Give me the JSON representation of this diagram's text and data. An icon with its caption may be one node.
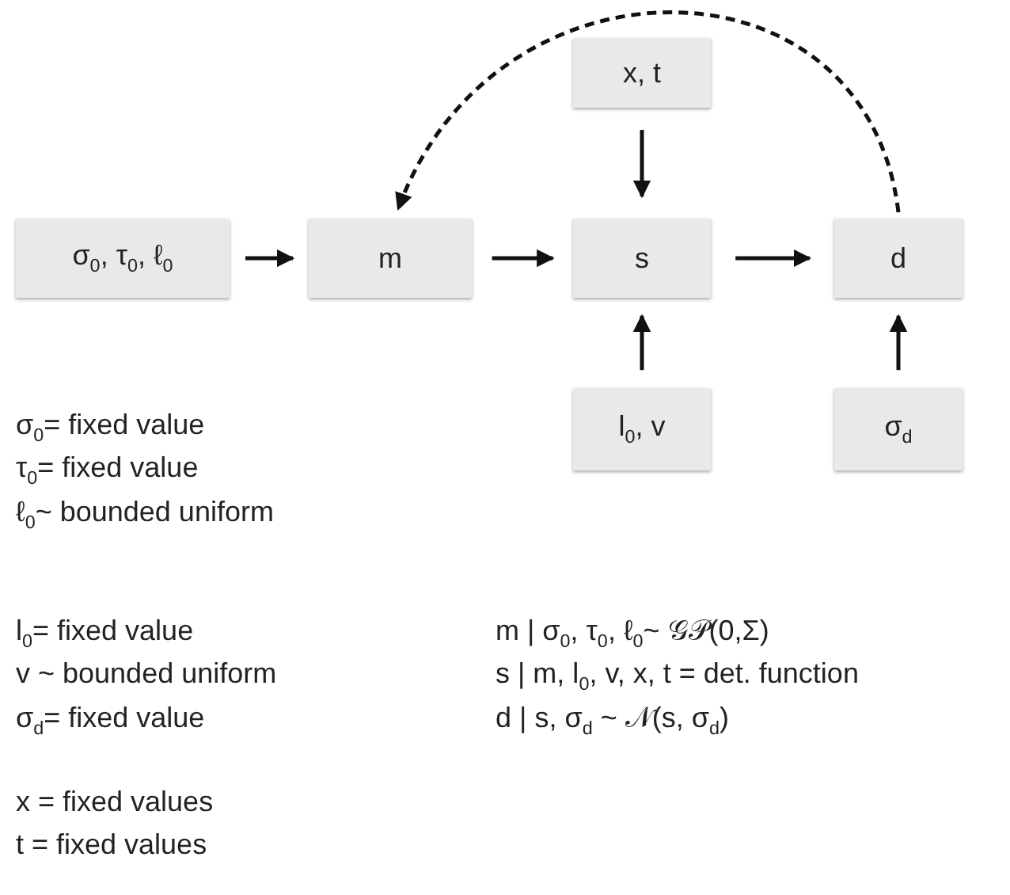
{
  "diagram": {
    "nodes": [
      {
        "text": [
          "x, t"
        ]
      },
      {
        "text": [
          "σ$_{0}$, τ$_{0}$, ℓ$_{0}$"
        ]
      },
      {
        "text": [
          "m"
        ]
      },
      {
        "text": [
          "s"
        ]
      },
      {
        "text": [
          "d"
        ]
      },
      {
        "text": [
          "l$_{0}$, v"
        ]
      },
      {
        "text": [
          "σ$_{d}$"
        ]
      }
    ],
    "edges": [
      {
        "from": 1,
        "to": 2,
        "arrow": "to"
      },
      {
        "from": 2,
        "to": 3,
        "arrow": "to"
      },
      {
        "from": 3,
        "to": 4,
        "arrow": "to"
      },
      {
        "from": 0,
        "to": 3,
        "arrow": "to"
      },
      {
        "from": 5,
        "to": 3,
        "arrow": "to"
      },
      {
        "from": 6,
        "to": 4,
        "arrow": "to"
      },
      {
        "from": 4,
        "to": 2,
        "arrow": "to",
        "style": "dashed"
      }
    ],
    "labels": [
      "σ$_{0}$= fixed value",
      "τ$_{0}$= fixed value",
      "ℓ$_{0}$~ bounded uniform",
      "l$_{0}$= fixed value",
      "m | σ$_{0}$, τ$_{0}$, ℓ$_{0}$~ 𝒢𝒫(0,Σ)",
      "v ~ bounded uniform",
      "s | m, l$_{0}$, v, x, t = det. function",
      "σ$_{d}$= fixed value",
      "d | s, σ$_{d}$ ~ 𝒩(s, σ$_{d}$)",
      "x = fixed values",
      "t = fixed values"
    ]
  }
}
